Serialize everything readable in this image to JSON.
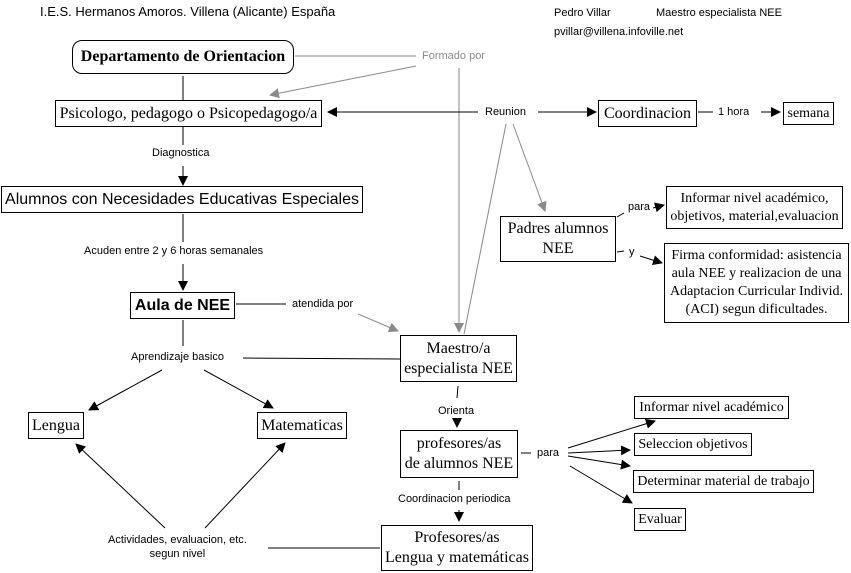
{
  "header": {
    "institution": "I.E.S. Hermanos Amoros. Villena (Alicante) España",
    "author": "Pedro Villar",
    "author_role": "Maestro especialista NEE",
    "email": "pvillar@villena.infoville.net"
  },
  "nodes": {
    "departamento": "Departamento de Orientacion",
    "psicologo": "Psicologo, pedagogo o Psicopedagogo/a",
    "coordinacion": "Coordinacion",
    "semana": "semana",
    "alumnos_nee": "Alumnos con Necesidades Educativas Especiales",
    "padres": "Padres alumnos\nNEE",
    "informar_padres": "Informar nivel académico,\nobjetivos, material,evaluacion",
    "firma": "Firma conformidad: asistencia\naula NEE y realizacion de una\nAdaptacion Curricular Individ.\n(ACI) segun dificultades.",
    "aula_nee": "Aula de NEE",
    "maestro": "Maestro/a\nespecialista NEE",
    "lengua": "Lengua",
    "matematicas": "Matematicas",
    "profesores_nee": "profesores/as\nde alumnos NEE",
    "informar_nivel": "Informar nivel académico",
    "seleccion": "Seleccion objetivos",
    "determinar": "Determinar material de trabajo",
    "evaluar": "Evaluar",
    "profesores_lm": "Profesores/as\nLengua y matemáticas"
  },
  "labels": {
    "formado_por": "Formado por",
    "reunion": "Reunion",
    "una_hora": "1 hora",
    "diagnostica": "Diagnostica",
    "para_padres": "para",
    "y": "y",
    "acuden": "Acuden entre 2 y 6 horas semanales",
    "atendida_por": "atendida por",
    "aprendizaje": "Aprendizaje basico",
    "orienta": "Orienta",
    "para_prof": "para",
    "coord_periodica": "Coordinacion periodica",
    "actividades": "Actividades, evaluacion, etc.\nsegun nivel"
  },
  "colors": {
    "line": "#000000",
    "gray_line": "#8a8a8a"
  }
}
